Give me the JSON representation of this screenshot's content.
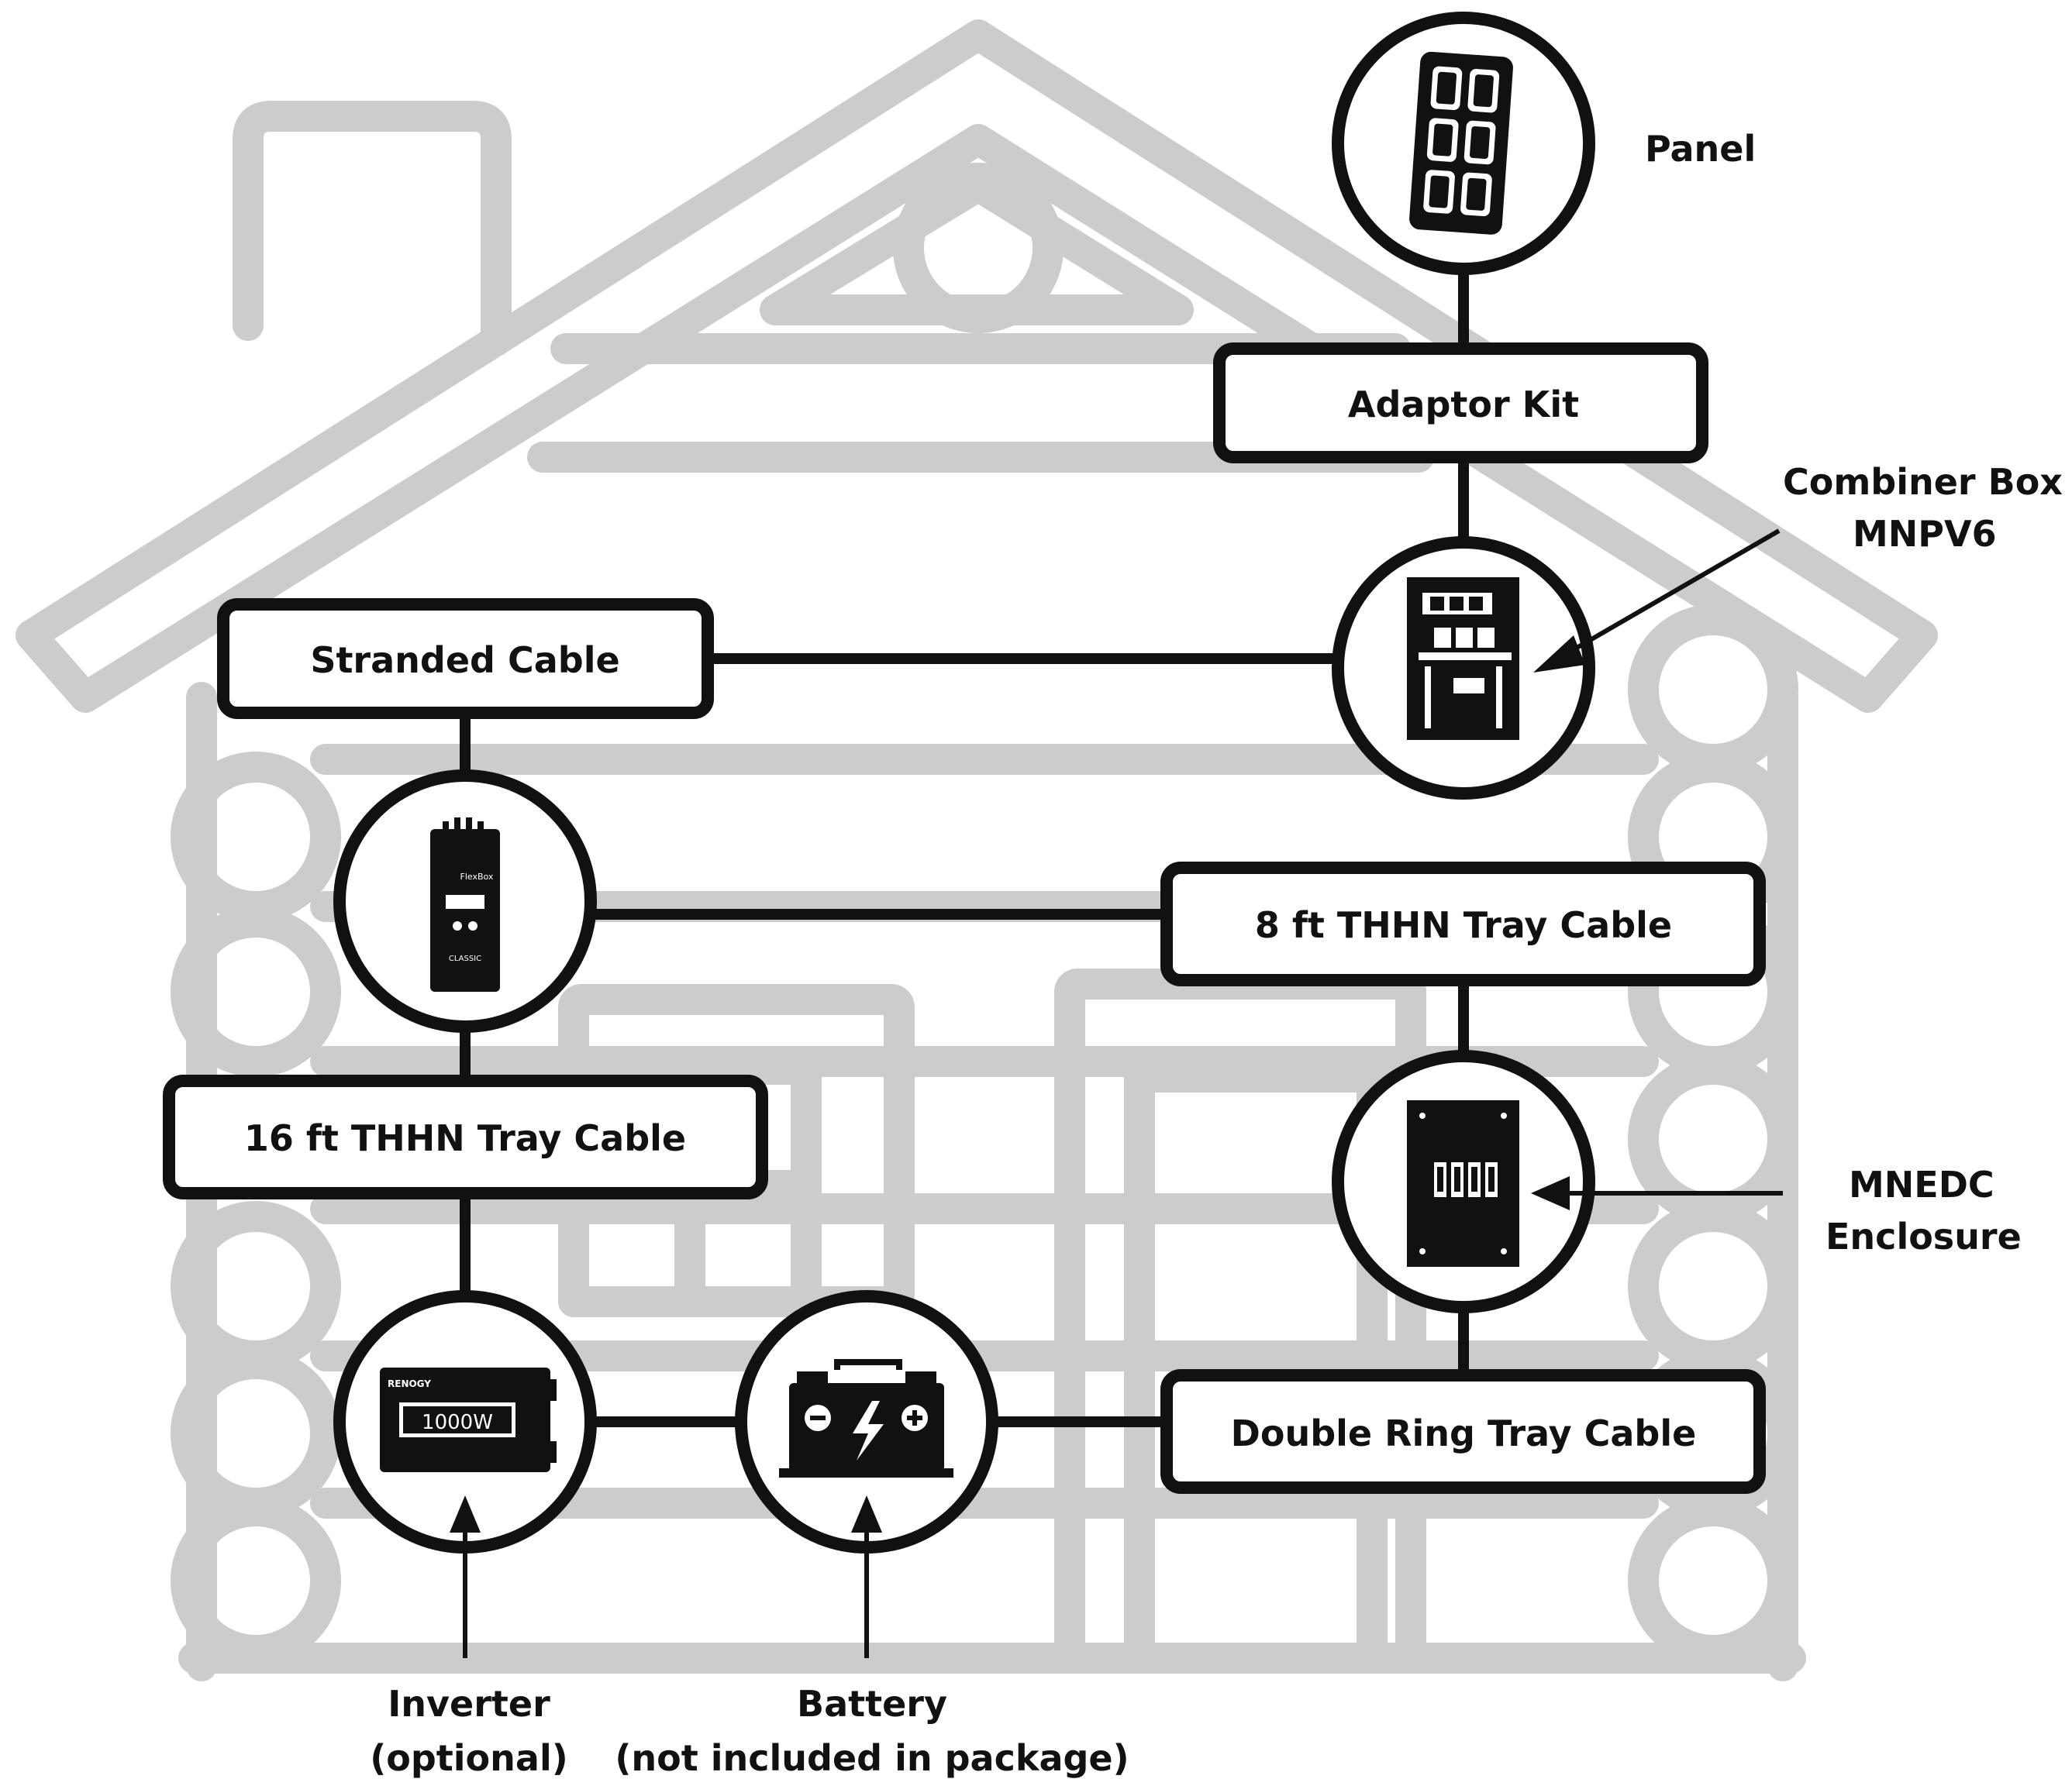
{
  "diagram": {
    "boxes": {
      "adaptor_kit": "Adaptor Kit",
      "stranded_cable": "Stranded Cable",
      "thhn_8ft": "8 ft THHN Tray Cable",
      "thhn_16ft": "16 ft THHN Tray Cable",
      "double_ring": "Double Ring Tray Cable"
    },
    "labels": {
      "panel": "Panel",
      "combiner_line1": "Combiner Box",
      "combiner_line2": "MNPV6",
      "mnedc_line1": "MNEDC",
      "mnedc_line2": "Enclosure",
      "inverter_line1": "Inverter",
      "inverter_line2": "(optional)",
      "battery_line1": "Battery",
      "battery_line2": "(not included in package)"
    },
    "device_text": {
      "inverter_brand": "RENOGY",
      "inverter_rating": "1000W",
      "controller_brand": "FlexBox",
      "controller_model": "CLASSIC"
    },
    "icons": [
      "solar-panel-icon",
      "combiner-box-icon",
      "charge-controller-icon",
      "dc-enclosure-icon",
      "inverter-icon",
      "battery-icon"
    ],
    "colors": {
      "house_outline": "#cccccc",
      "wiring": "#111111",
      "background": "#ffffff"
    }
  }
}
